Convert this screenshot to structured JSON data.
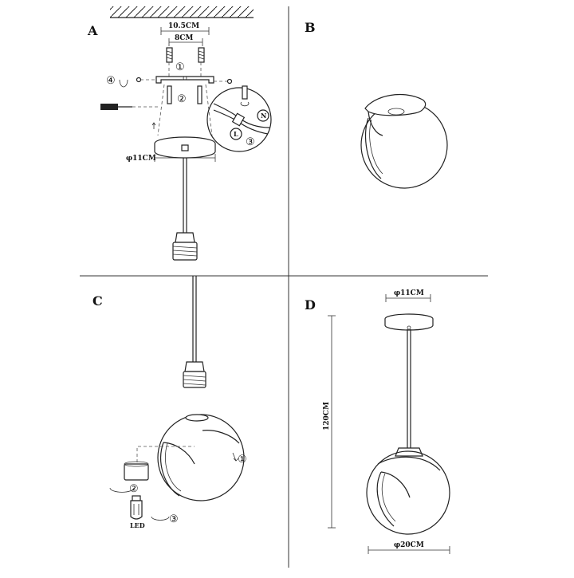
{
  "panels": {
    "a": {
      "letter": "A",
      "dim_bracket_outer": "10.5CM",
      "dim_bracket_inner": "8CM",
      "dim_canopy": "φ11CM",
      "step1": "①",
      "step2": "②",
      "step3": "③",
      "step4": "④",
      "wire_n": "N",
      "wire_l": "L"
    },
    "b": {
      "letter": "B"
    },
    "c": {
      "letter": "C",
      "step1": "①",
      "step2": "②",
      "step3": "③",
      "bulb_label": "LED"
    },
    "d": {
      "letter": "D",
      "dim_canopy": "φ11CM",
      "dim_height": "120CM",
      "dim_globe": "φ20CM"
    }
  }
}
